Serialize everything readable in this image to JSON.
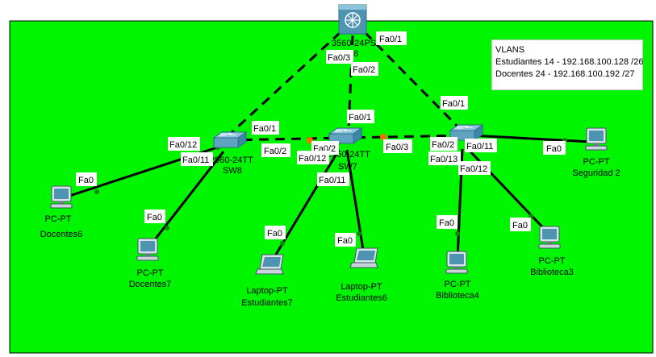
{
  "colors": {
    "canvas": "#00f500",
    "cable": "#000000",
    "link_status": "#ff6a00",
    "device_face": "#5fa3c0",
    "device_dark": "#2e6f8e"
  },
  "devices": {
    "core": {
      "name": "3560-24PS",
      "label2": "8",
      "icon": "multilayer-switch-icon"
    },
    "sw8": {
      "model": "2960-24TT",
      "name": "SW8",
      "icon": "switch-icon"
    },
    "sw7": {
      "model": "2960-24TT",
      "name": "SW7",
      "icon": "switch-icon"
    },
    "sw9": {
      "icon": "switch-icon"
    },
    "docentes6": {
      "type": "PC-PT",
      "name": "Docentes6",
      "icon": "pc-icon"
    },
    "docentes7": {
      "type": "PC-PT",
      "name": "Docentes7",
      "icon": "pc-icon"
    },
    "estudiantes7": {
      "type": "Laptop-PT",
      "name": "Estudiantes7",
      "icon": "laptop-icon"
    },
    "estudiantes6": {
      "type": "Laptop-PT",
      "name": "Estudiantes6",
      "icon": "laptop-icon"
    },
    "biblioteca4": {
      "type": "PC-PT",
      "name": "Biblioteca4",
      "icon": "pc-icon"
    },
    "biblioteca3": {
      "type": "PC-PT",
      "name": "Biblioteca3",
      "icon": "pc-icon"
    },
    "seguridad2": {
      "type": "PC-PT",
      "name": "Seguridad 2",
      "icon": "pc-icon"
    }
  },
  "ports": {
    "core_fa01": "Fa0/1",
    "core_fa03": "Fa0/3",
    "core_fa02": "Fa0/2",
    "sw7_fa01": "Fa0/1",
    "sw9_fa01": "Fa0/1",
    "sw8_fa01": "Fa0/1",
    "sw8_fa012": "Fa0/12",
    "sw8_fa011": "Fa0/11",
    "sw8_fa02": "Fa0/2",
    "sw7_fa02": "Fa0/2",
    "sw7_fa012": "Fa0/12",
    "sw7_fa011": "Fa0/11",
    "sw7_fa03": "Fa0/3",
    "sw9_fa02": "Fa0/2",
    "sw9_fa011": "Fa0/11",
    "sw9_fa013": "Fa0/13",
    "sw9_fa012": "Fa0/12",
    "docentes6_fa0": "Fa0",
    "docentes7_fa0": "Fa0",
    "estudiantes7_fa0": "Fa0",
    "estudiantes6_fa0": "Fa0",
    "biblioteca4_fa0": "Fa0",
    "biblioteca3_fa0": "Fa0",
    "seguridad2_fa0": "Fa0"
  },
  "note": {
    "title": "VLANS",
    "line1": "Estudiantes 14 - 192.168.100.128 /26",
    "line2": "Docentes 24 - 192.168.100.192 /27"
  }
}
